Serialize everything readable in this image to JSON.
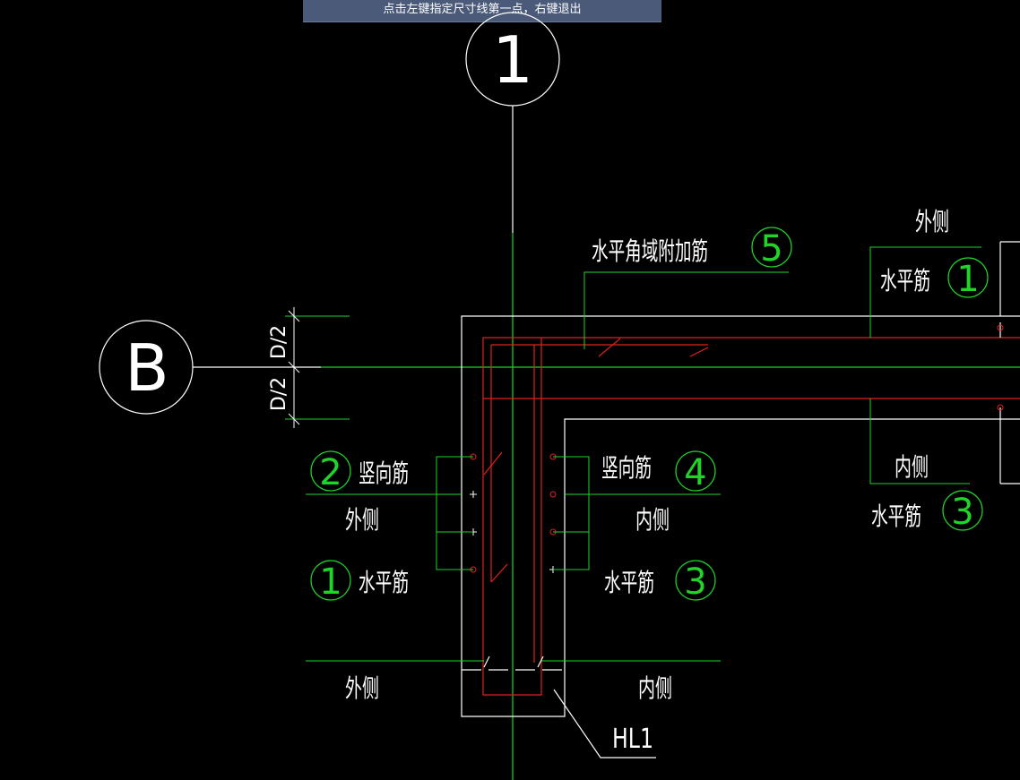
{
  "prompt": {
    "text": "点击左键指定尺寸线第一点，右键退出"
  },
  "axes": {
    "axis_1": "1",
    "axis_b": "B"
  },
  "dimension": {
    "upper": "D/2",
    "lower": "D/2"
  },
  "labels": {
    "corner_bar": "水平角域附加筋",
    "outer_top": "外侧",
    "inner_right": "内侧",
    "vertical_left": "竖向筋",
    "vertical_right": "竖向筋",
    "outer_left": "外侧",
    "inner_center": "内侧",
    "horizontal_left": "水平筋",
    "horizontal_center": "水平筋",
    "horizontal_top_right": "水平筋",
    "horizontal_bottom_right": "水平筋",
    "outer_bottom": "外侧",
    "inner_bottom": "内侧",
    "beam_tag": "HL1"
  },
  "markers": {
    "m1_top_right": "1",
    "m1_left": "1",
    "m2": "2",
    "m3_center": "3",
    "m3_right": "3",
    "m4": "4",
    "m5": "5"
  },
  "colors": {
    "green": "#21d42a",
    "red": "#e02020",
    "white": "#ffffff",
    "background": "#000000"
  }
}
